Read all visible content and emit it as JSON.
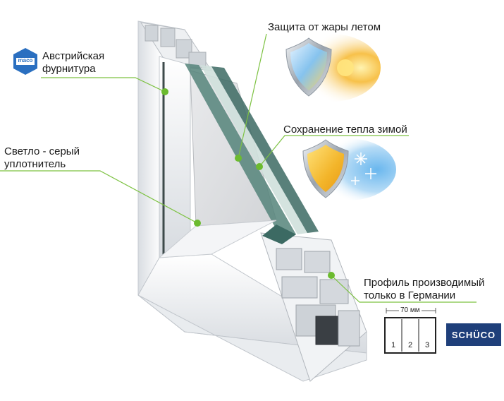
{
  "labels": {
    "hardware_line1": "Австрийская",
    "hardware_line2": "фурнитура",
    "seal_line1": "Светло - серый",
    "seal_line2": "уплотнитель",
    "summer": "Защита от жары летом",
    "winter": "Сохранение тепла зимой",
    "profile_line1": "Профиль производимый",
    "profile_line2": "только в Германии"
  },
  "profile_diagram": {
    "width_label": "70 мм",
    "chambers": [
      "1",
      "2",
      "3"
    ]
  },
  "brands": {
    "maco": "maco",
    "schuco": "SCHÜCO"
  },
  "colors": {
    "callout_line": "#7dc242",
    "callout_dot": "#6cbb2f",
    "schuco_bg": "#1f3f7a",
    "maco_blue": "#2a6fc0",
    "glass": "#3c6a63"
  },
  "icons": [
    "shield-sun-icon",
    "shield-snow-icon",
    "maco-logo-icon"
  ]
}
